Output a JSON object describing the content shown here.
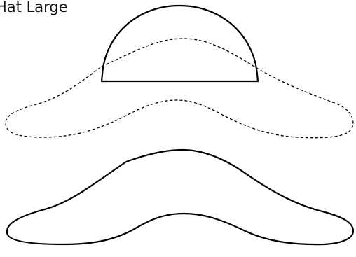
{
  "title": "Hat Large",
  "pieces": [
    {
      "name": "crown",
      "outline": "solid"
    },
    {
      "name": "brim-placement",
      "outline": "dashed"
    },
    {
      "name": "brim",
      "outline": "solid"
    }
  ]
}
